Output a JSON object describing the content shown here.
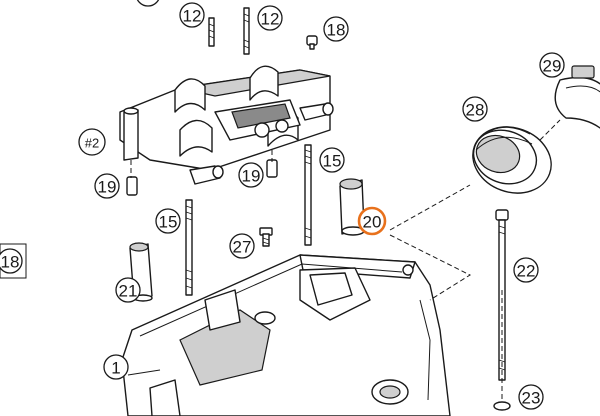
{
  "diagram": {
    "callouts": {
      "c1": "1",
      "c12a": "12",
      "c12b": "12",
      "c15a": "15",
      "c15b": "15",
      "c18a": "18",
      "c18b": "18",
      "c19a": "19",
      "c19b": "19",
      "c20": "20",
      "c21": "21",
      "c22": "22",
      "c23": "23",
      "c27": "27",
      "c28": "28",
      "c29": "29",
      "cSub2": "#2"
    },
    "highlight_color": "#e8711c"
  }
}
